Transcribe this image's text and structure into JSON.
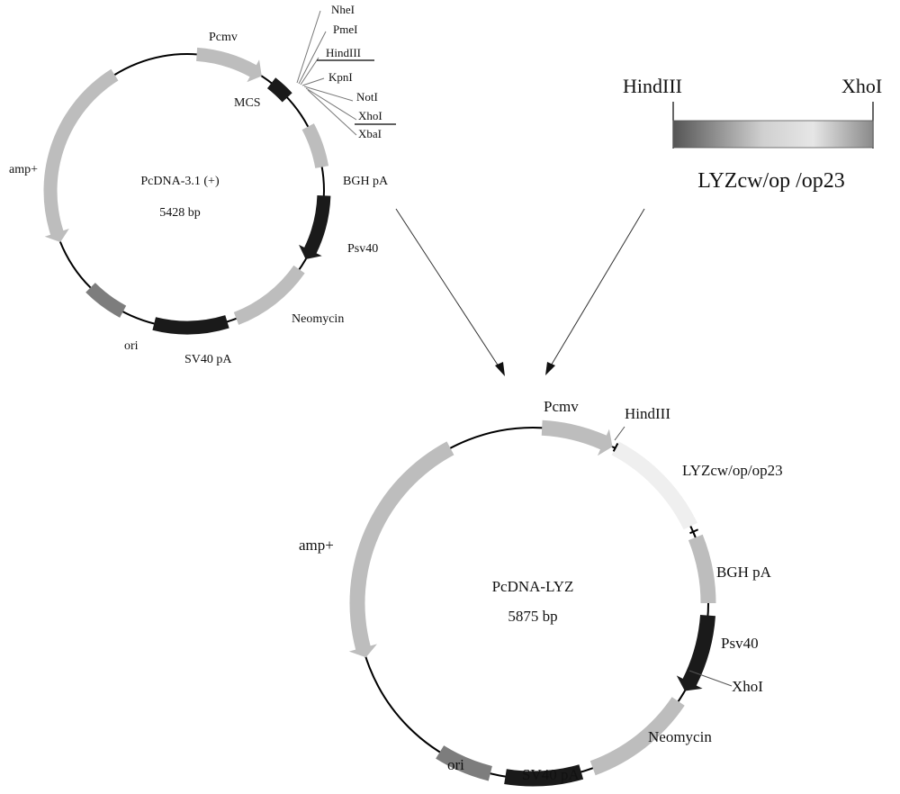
{
  "plasmid1": {
    "name": "PcDNA-3.1 (+)",
    "size": "5428 bp",
    "mcs_label": "MCS",
    "sites": [
      "NheI",
      "PmeI",
      "HindIII",
      "KpnI",
      "NotI",
      "XhoI",
      "XbaI"
    ],
    "features": {
      "pcmv": "Pcmv",
      "amp": "amp+",
      "bgh": "BGH pA",
      "psv40": "Psv40",
      "neomycin": "Neomycin",
      "sv40pa": "SV40 pA",
      "ori": "ori"
    }
  },
  "insert": {
    "left_site": "HindIII",
    "right_site": "XhoI",
    "name": "LYZcw/op /op23"
  },
  "plasmid2": {
    "name": "PcDNA-LYZ",
    "size": "5875 bp",
    "hindiii": "HindIII",
    "insert": "LYZcw/op/op23",
    "xhoi": "XhoI",
    "features": {
      "pcmv": "Pcmv",
      "amp": "amp+",
      "bgh": "BGH pA",
      "psv40": "Psv40",
      "neomycin": "Neomycin",
      "sv40pa": "SV40 pA",
      "ori": "ori"
    }
  },
  "colors": {
    "light_feature": "#bdbdbd",
    "dark_feature": "#1a1a1a",
    "mid_feature": "#7d7d7d",
    "insert_light": "#efefef",
    "backbone": "#000000"
  }
}
